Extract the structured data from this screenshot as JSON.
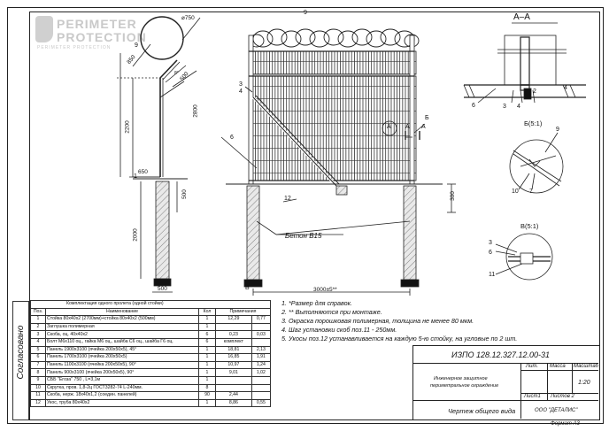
{
  "logo": {
    "line1": "PERIMETER",
    "line2": "PROTECTION",
    "line3": "PERIMETER PROTECTION"
  },
  "side_stamp": "Согласовано",
  "section_title": "А–А",
  "detail_b": "Б(5:1)",
  "detail_v": "В(5:1)",
  "callout_a": "А",
  "callout_b": "Б",
  "callout_v": "В",
  "concrete_label": "Бетон В15",
  "dims": {
    "d750": "⌀750",
    "d850": "850",
    "d500a": "500",
    "d2800": "2800",
    "d2200": "2200",
    "d650": "650",
    "d500b": "500",
    "d2000": "2000",
    "d500c": "500",
    "span": "3000±5**",
    "d300": "300",
    "ang": "8°"
  },
  "positions": {
    "p9a": "9",
    "p9b": "9",
    "p1": "1",
    "p3": "3",
    "p4": "4",
    "p6": "6",
    "p12": "12",
    "p2": "2",
    "p3b": "3",
    "p4b": "4",
    "p6b": "6",
    "p7": "7",
    "p9c": "9",
    "p10": "10",
    "p6c": "6",
    "p11": "11",
    "p4c": "4",
    "p3c": "3"
  },
  "spec_table": {
    "title": "Комплектация одного пролета (одной стойки)",
    "headers": {
      "pos": "Поз.",
      "name": "Наименование",
      "qty": "Кол",
      "notes": "Примечания"
    },
    "rows": [
      {
        "pos": "1",
        "name": "Стойка 80х40х2 (2700мм)+стойка 80х40х2 (500мм)",
        "qty": "1",
        "n1": "12,29",
        "n2": "0,77"
      },
      {
        "pos": "2",
        "name": "Заглушка полимерная",
        "qty": "1",
        "n1": "",
        "n2": ""
      },
      {
        "pos": "3",
        "name": "Скоба, оц. 40х40х2",
        "qty": "6",
        "n1": "0,23",
        "n2": "0,03"
      },
      {
        "pos": "4",
        "name": "Болт М6х110 оц., гайка М6 оц., шайба С6 оц., шайба Г6 оц.",
        "qty": "6",
        "n1": "комплект",
        "n2": ""
      },
      {
        "pos": "5",
        "name": "Панель 1900х3100 (ячейка 200х50х5), 45°",
        "qty": "1",
        "n1": "18,81",
        "n2": "2,13"
      },
      {
        "pos": "6",
        "name": "Панель 1700х3100 (ячейка 200х50х5)",
        "qty": "1",
        "n1": "16,85",
        "n2": "1,91"
      },
      {
        "pos": "7",
        "name": "Панель 1100х3100 (ячейка 200х50х5), 90°",
        "qty": "1",
        "n1": "10,97",
        "n2": "1,24"
      },
      {
        "pos": "8",
        "name": "Панель 900х3100 (ячейка 200х50х5), 90°",
        "qty": "1",
        "n1": "9,01",
        "n2": "1,02"
      },
      {
        "pos": "9",
        "name": "СББ \"Егоза\" 750 , L=3,1м",
        "qty": "1",
        "n1": "",
        "n2": ""
      },
      {
        "pos": "10",
        "name": "Скрутка, пров. 1,8-2ц ГОСТ3282-74 L-240мм.",
        "qty": "8",
        "n1": "",
        "n2": ""
      },
      {
        "pos": "11",
        "name": "Скоба, нерж. 18х40х1,2 (соедин. панелей)",
        "qty": "90",
        "n1": "2,44",
        "n2": ""
      },
      {
        "pos": "12",
        "name": "Укос, труба 80х40х2",
        "qty": "1",
        "n1": "8,86",
        "n2": "0,55"
      }
    ]
  },
  "notes": [
    "1.  *Размер для справок.",
    "2.  ** Выполняются при монтаже.",
    "3.  Окраска порошковая полимерная, толщина не менее 80 мкм.",
    "4.  Шаг установки скоб поз.11 - 250мм.",
    "5.  Укосы поз.12 устанавливается на каждую 5-ю стойку, на угловые по 2 шт."
  ],
  "title_block": {
    "code": "ИЗПО 128.12.327.12.00-31",
    "desc1": "Инженерное защитное",
    "desc2": "периметральное ограждение",
    "lit": "Лит.",
    "mass": "Масса",
    "scale_h": "Масштаб",
    "scale": "1:20",
    "sheet": "Лист1",
    "sheets": "Листов  2",
    "doc_title": "Чертеж общего вида",
    "company": "ООО \"ДЕТАЛИС\"",
    "format": "Формат  А3"
  }
}
